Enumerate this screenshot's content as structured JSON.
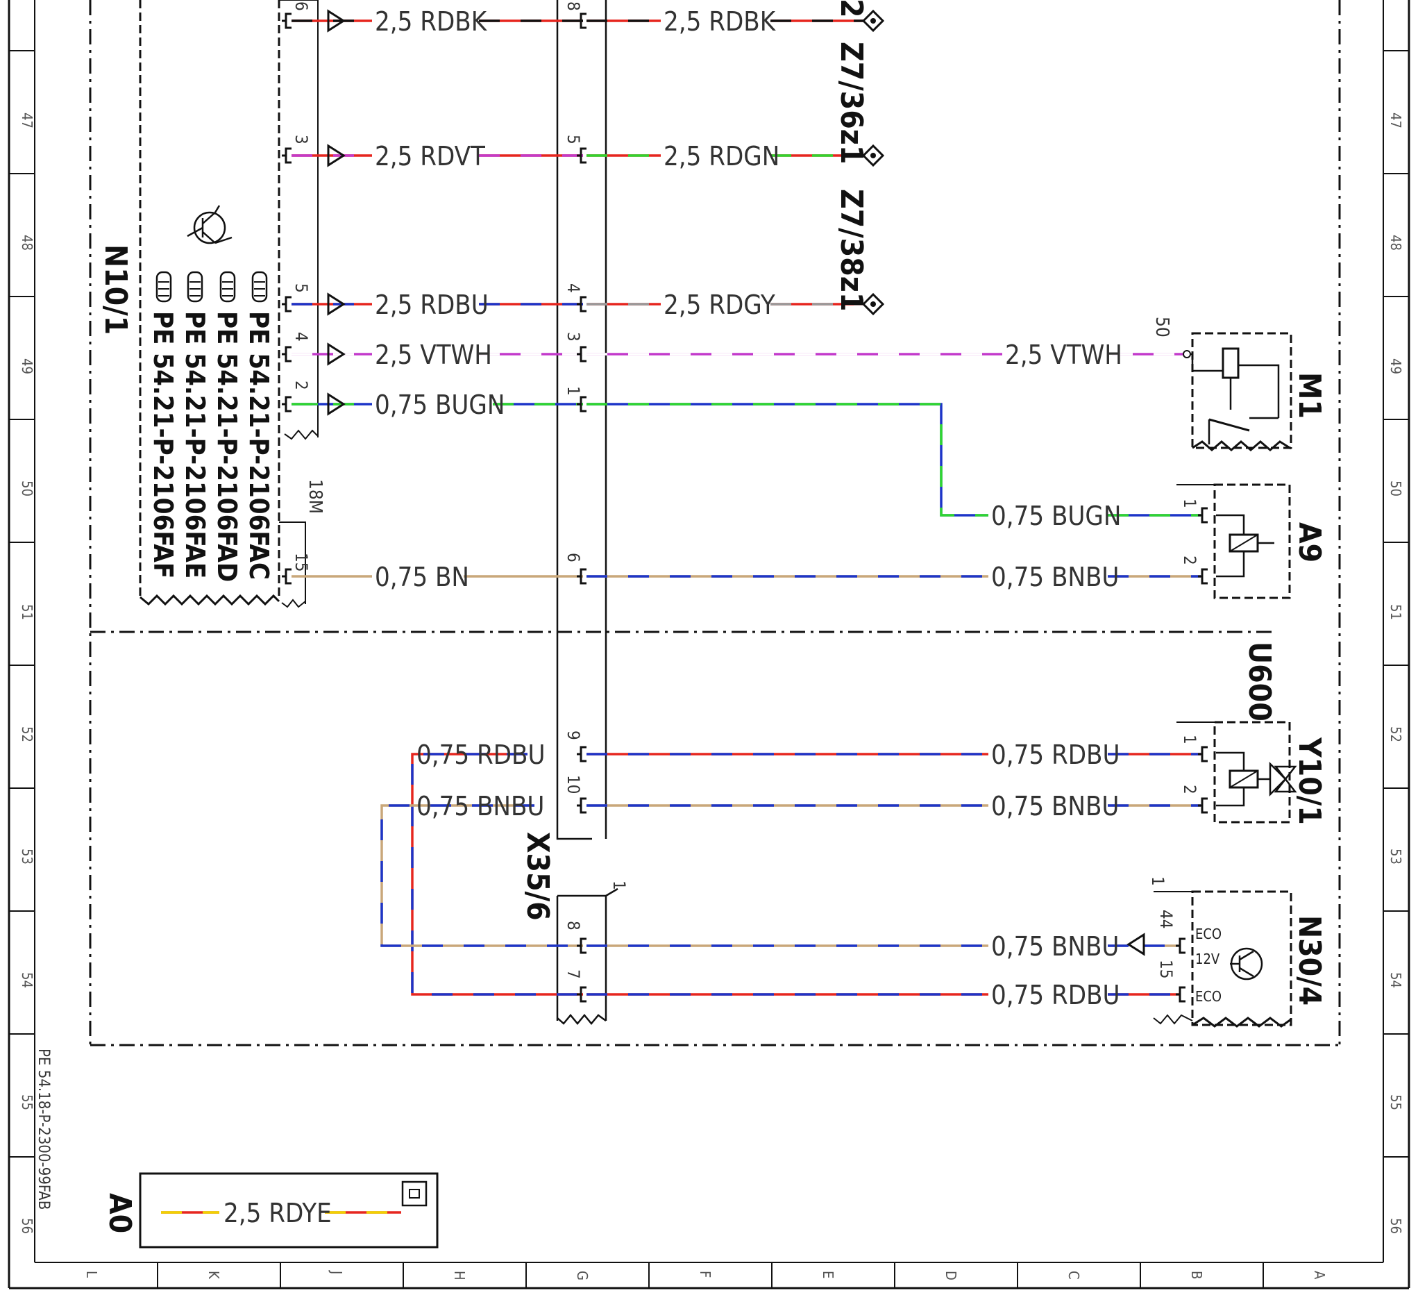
{
  "colors": {
    "RD": "#e6261f",
    "BK": "#111111",
    "VT": "#c33acb",
    "GN": "#2fd62f",
    "BU": "#1d35c8",
    "GY": "#9a9a9a",
    "WH": "#ffffff",
    "BN": "#c9a77a",
    "YE": "#f0d400"
  },
  "frame": {
    "rows": [
      "47",
      "48",
      "49",
      "50",
      "51",
      "52",
      "53",
      "54",
      "55",
      "56"
    ],
    "columns": [
      "L",
      "K",
      "J",
      "H",
      "G",
      "F",
      "E",
      "D",
      "C",
      "B",
      "A"
    ],
    "doc_ref": "PE 54.18-P-2300-99FAB"
  },
  "components": {
    "N10_1": "N10/1",
    "Z7_36z1": "Z7/36z1",
    "Z7_38z1": "Z7/38z1",
    "Z7_top": "2",
    "M1": "M1",
    "A9": "A9",
    "U600": "U600",
    "Y10_1": "Y10/1",
    "X35_6": "X35/6",
    "N30_4": "N30/4",
    "A0": "A0"
  },
  "pe_refs": [
    "PE 54.21-P-2106FAC",
    "PE 54.21-P-2106FAD",
    "PE 54.21-P-2106FAE",
    "PE 54.21-P-2106FAF"
  ],
  "connector_labels": {
    "n10_lower": "18M",
    "m1_pin": "50",
    "n30_pin_group": "1",
    "x35_lower_group": "1"
  },
  "n30_4_labels": {
    "eco_top": "ECO",
    "v12": "12V",
    "eco_bottom": "ECO"
  },
  "wires": [
    {
      "label_left": "2,5 RDBK",
      "label_right": "2,5 RDBK",
      "pin_n10": "6",
      "pin_x35": "8"
    },
    {
      "label_left": "2,5 RDVT",
      "label_right": "2,5 RDGN",
      "pin_n10": "3",
      "pin_x35": "5"
    },
    {
      "label_left": "2,5 RDBU",
      "label_right": "2,5 RDGY",
      "pin_n10": "5",
      "pin_x35": "4"
    },
    {
      "label_left": "2,5 VTWH",
      "label_right": "2,5 VTWH",
      "pin_n10": "4",
      "pin_x35": "3"
    },
    {
      "label_left": "0,75 BUGN",
      "label_right": "0,75 BUGN",
      "pin_n10": "2",
      "pin_x35": "1",
      "pin_dev": "1"
    },
    {
      "label_left": "0,75 BN",
      "label_right": "0,75 BNBU",
      "pin_n10": "15",
      "pin_x35": "6",
      "pin_dev": "2"
    },
    {
      "label_left": "0,75 RDBU",
      "label_right": "0,75 RDBU",
      "pin_x35": "9",
      "pin_dev": "1"
    },
    {
      "label_left": "0,75 BNBU",
      "label_right": "0,75 BNBU",
      "pin_x35": "10",
      "pin_dev": "2"
    },
    {
      "label_right": "0,75 BNBU",
      "pin_x35": "8",
      "pin_dev": "44"
    },
    {
      "label_right": "0,75 RDBU",
      "pin_x35": "7",
      "pin_dev": "15"
    },
    {
      "label": "2,5 RDYE"
    }
  ]
}
